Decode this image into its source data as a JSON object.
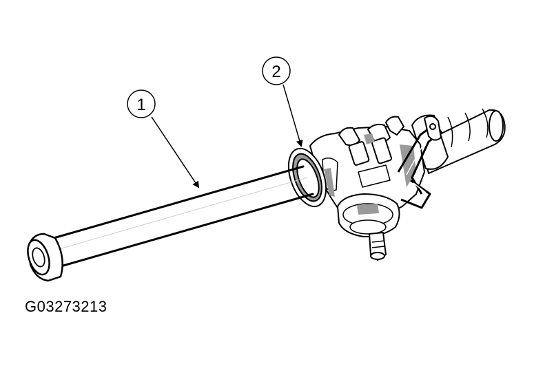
{
  "figure": {
    "code": "G03273213",
    "callouts": [
      {
        "number": "1"
      },
      {
        "number": "2"
      }
    ]
  },
  "colors": {
    "ink": "#000000",
    "paper": "#ffffff",
    "shade": "#9a9a9a"
  }
}
